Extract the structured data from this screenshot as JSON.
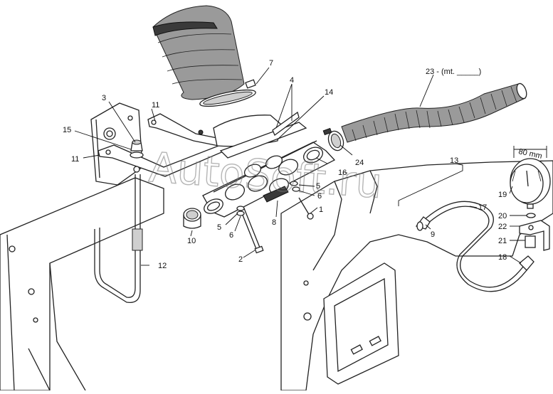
{
  "callouts": {
    "c1": "1",
    "c2": "2",
    "c3": "3",
    "c4": "4",
    "c5a": "5",
    "c5b": "5",
    "c6a": "6",
    "c6b": "6",
    "c7": "7",
    "c8": "8",
    "c9": "9",
    "c10": "10",
    "c11a": "11",
    "c11b": "11",
    "c12": "12",
    "c13": "13",
    "c14": "14",
    "c15": "15",
    "c16": "16",
    "c17": "17",
    "c18": "18",
    "c19": "19",
    "c20": "20",
    "c21": "21",
    "c22": "22",
    "c23": "23 - (mt. _____)",
    "c24": "24"
  },
  "dimension": "80 mm",
  "watermark": "AutoSoft.ru"
}
